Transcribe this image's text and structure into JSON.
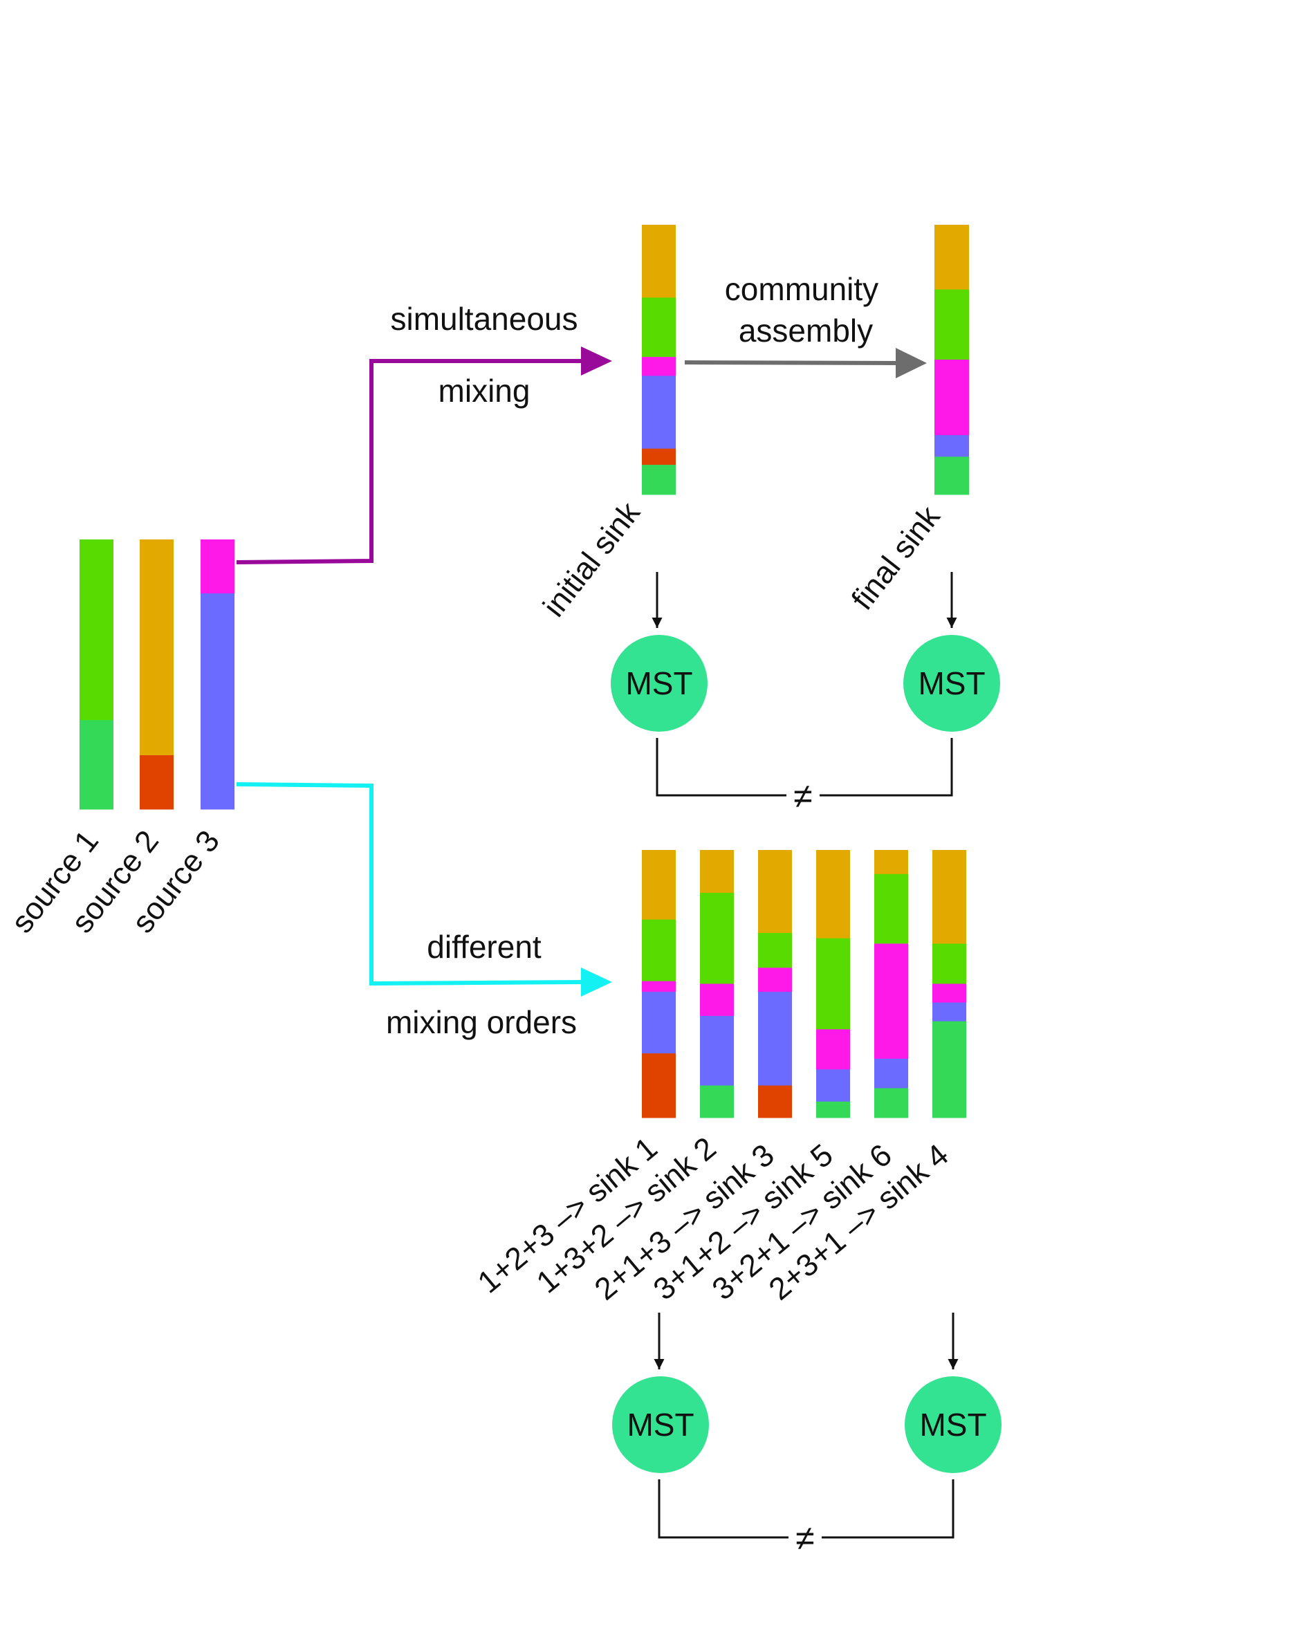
{
  "colors": {
    "light_green": "#58DB00",
    "green": "#33D957",
    "orange": "#E2AA00",
    "red": "#E04300",
    "magenta": "#FF19E8",
    "blue": "#6B6BFF",
    "purple_arrow": "#9A0A9A",
    "cyan_arrow": "#13F1F3",
    "gray_arrow": "#6D6D6D",
    "mst_circle": "#33E392"
  },
  "sources": [
    {
      "label": "source 1",
      "segments": [
        {
          "color": "light_green",
          "fraction": 0.67
        },
        {
          "color": "green",
          "fraction": 0.33
        }
      ]
    },
    {
      "label": "source 2",
      "segments": [
        {
          "color": "orange",
          "fraction": 0.8
        },
        {
          "color": "red",
          "fraction": 0.2
        }
      ]
    },
    {
      "label": "source 3",
      "segments": [
        {
          "color": "magenta",
          "fraction": 0.2
        },
        {
          "color": "blue",
          "fraction": 0.8
        }
      ]
    }
  ],
  "top_path": {
    "label_line1": "simultaneous",
    "label_line2": "mixing",
    "assembly_line1": "community",
    "assembly_line2": "assembly",
    "initial_sink": {
      "label": "initial sink",
      "segments": [
        {
          "color": "orange",
          "fraction": 0.27
        },
        {
          "color": "light_green",
          "fraction": 0.22
        },
        {
          "color": "magenta",
          "fraction": 0.07
        },
        {
          "color": "blue",
          "fraction": 0.27
        },
        {
          "color": "red",
          "fraction": 0.06
        },
        {
          "color": "green",
          "fraction": 0.11
        }
      ]
    },
    "final_sink": {
      "label": "final sink",
      "segments": [
        {
          "color": "orange",
          "fraction": 0.24
        },
        {
          "color": "light_green",
          "fraction": 0.26
        },
        {
          "color": "magenta",
          "fraction": 0.28
        },
        {
          "color": "blue",
          "fraction": 0.08
        },
        {
          "color": "green",
          "fraction": 0.14
        }
      ]
    },
    "mst_left": "MST",
    "mst_right": "MST",
    "comparison": "≠"
  },
  "bottom_path": {
    "label_line1": "different",
    "label_line2": "mixing orders",
    "sinks": [
      {
        "label": "1+2+3 –> sink 1",
        "segments": [
          {
            "color": "orange",
            "fraction": 0.26
          },
          {
            "color": "light_green",
            "fraction": 0.23
          },
          {
            "color": "magenta",
            "fraction": 0.04
          },
          {
            "color": "blue",
            "fraction": 0.23
          },
          {
            "color": "red",
            "fraction": 0.24
          }
        ]
      },
      {
        "label": "1+3+2 –> sink 2",
        "segments": [
          {
            "color": "orange",
            "fraction": 0.16
          },
          {
            "color": "light_green",
            "fraction": 0.34
          },
          {
            "color": "magenta",
            "fraction": 0.12
          },
          {
            "color": "blue",
            "fraction": 0.26
          },
          {
            "color": "green",
            "fraction": 0.12
          }
        ]
      },
      {
        "label": "2+1+3 –> sink 3",
        "segments": [
          {
            "color": "orange",
            "fraction": 0.31
          },
          {
            "color": "light_green",
            "fraction": 0.13
          },
          {
            "color": "magenta",
            "fraction": 0.09
          },
          {
            "color": "blue",
            "fraction": 0.35
          },
          {
            "color": "red",
            "fraction": 0.12
          }
        ]
      },
      {
        "label": "3+1+2 –> sink 5",
        "segments": [
          {
            "color": "orange",
            "fraction": 0.33
          },
          {
            "color": "light_green",
            "fraction": 0.34
          },
          {
            "color": "magenta",
            "fraction": 0.15
          },
          {
            "color": "blue",
            "fraction": 0.12
          },
          {
            "color": "green",
            "fraction": 0.06
          }
        ]
      },
      {
        "label": "3+2+1 –> sink 6",
        "segments": [
          {
            "color": "orange",
            "fraction": 0.09
          },
          {
            "color": "light_green",
            "fraction": 0.26
          },
          {
            "color": "magenta",
            "fraction": 0.43
          },
          {
            "color": "blue",
            "fraction": 0.11
          },
          {
            "color": "green",
            "fraction": 0.11
          }
        ]
      },
      {
        "label": "2+3+1 –> sink 4",
        "segments": [
          {
            "color": "orange",
            "fraction": 0.35
          },
          {
            "color": "light_green",
            "fraction": 0.15
          },
          {
            "color": "magenta",
            "fraction": 0.07
          },
          {
            "color": "blue",
            "fraction": 0.07
          },
          {
            "color": "green",
            "fraction": 0.36
          }
        ]
      }
    ],
    "mst_left": "MST",
    "mst_right": "MST",
    "comparison": "≠"
  }
}
